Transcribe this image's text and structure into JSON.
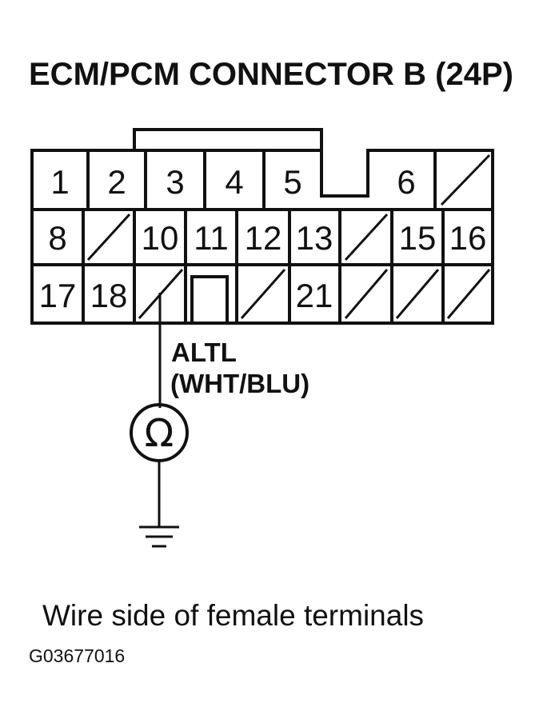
{
  "title": "ECM/PCM CONNECTOR B (24P)",
  "connector": {
    "row1": [
      "1",
      "2",
      "3",
      "4",
      "5",
      "6"
    ],
    "row2": [
      "8",
      "10",
      "11",
      "12",
      "13",
      "15",
      "16"
    ],
    "row3": [
      "17",
      "18",
      "21"
    ]
  },
  "wire": {
    "name": "ALTL",
    "color": "(WHT/BLU)"
  },
  "meter_symbol": "Ω",
  "meter_icon": "ohmmeter-icon",
  "ground_icon": "ground-icon",
  "caption": "Wire side of female terminals",
  "figure_id": "G03677016"
}
